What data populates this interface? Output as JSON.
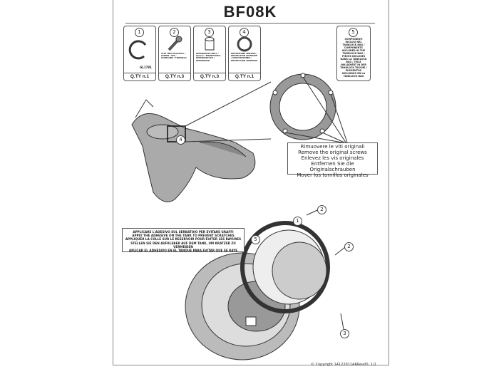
{
  "title": "BF08K",
  "parts": [
    {
      "num": "1",
      "code": "GL1781",
      "desc": "",
      "qty": "Q.TY n.1"
    },
    {
      "num": "2",
      "code": "",
      "desc": "VITE TBEI M5x20mm / SCREW / VIS / SCHRAUBE / TORNILLO",
      "qty": "Q.TY n.3"
    },
    {
      "num": "3",
      "code": "",
      "desc": "DISTANZIALE Ø8x7 / Spacer / ENTRETOISE / DISTANZSTÜCK / SEPARADOR",
      "qty": "Q.TY n.3"
    },
    {
      "num": "4",
      "code": "",
      "desc": "PROTEZIONE ADESIVA / PROTECTION ADHESIVE / SCHUTZKLEBER / PROTECCIÓN ADHESIVA",
      "qty": "Q.TY n.1"
    }
  ],
  "part5": {
    "num": "5",
    "text": "COMPONENTI INCLUSI NEL TANKLOCK BAG / COMPONENTS INCLUDED IN THE TANKLOCK BAG / PIÈCES INCLUSES DANS LA TANKLOCK BAG / TEILE INKLUDIERT IN DER TANKLOCK TASCHE / ELEMENTOS INCLUIDOS EN LA TANKLOCK BAG"
  },
  "screws_note": [
    "Rimuovere le viti originali",
    "Remove the original screws",
    "Enlevez  les vis originales",
    "Entfernen Sie die Originalschrauben",
    "Mover los tornillos originales"
  ],
  "adhesive_note": [
    "APPLICARE L'ADESIVO SUL SERBATOIO PER EVITARE GRAFFI",
    "APPLY THE ADHESIVE ON THE TANK TO PREVENT SCRATCHES",
    "APPLIQUER LA COLLE SUR LE RESERVOIR POUR EVITER LES RAYURES",
    "STELLEN SIE DEN AUFKLEBER AUF DEM TANK, UM KRATZER ZU VERMEIDEN",
    "APLICAR EL ADHESIVO EN EL TANQUE PARA EVITAR QUE SE RAYE"
  ],
  "callouts": {
    "c4": "4",
    "c1": "1",
    "c5": "5",
    "c2a": "2",
    "c2b": "2",
    "c3": "3"
  },
  "copyright": "© Copyright 14122011ARRev00, 1/1"
}
